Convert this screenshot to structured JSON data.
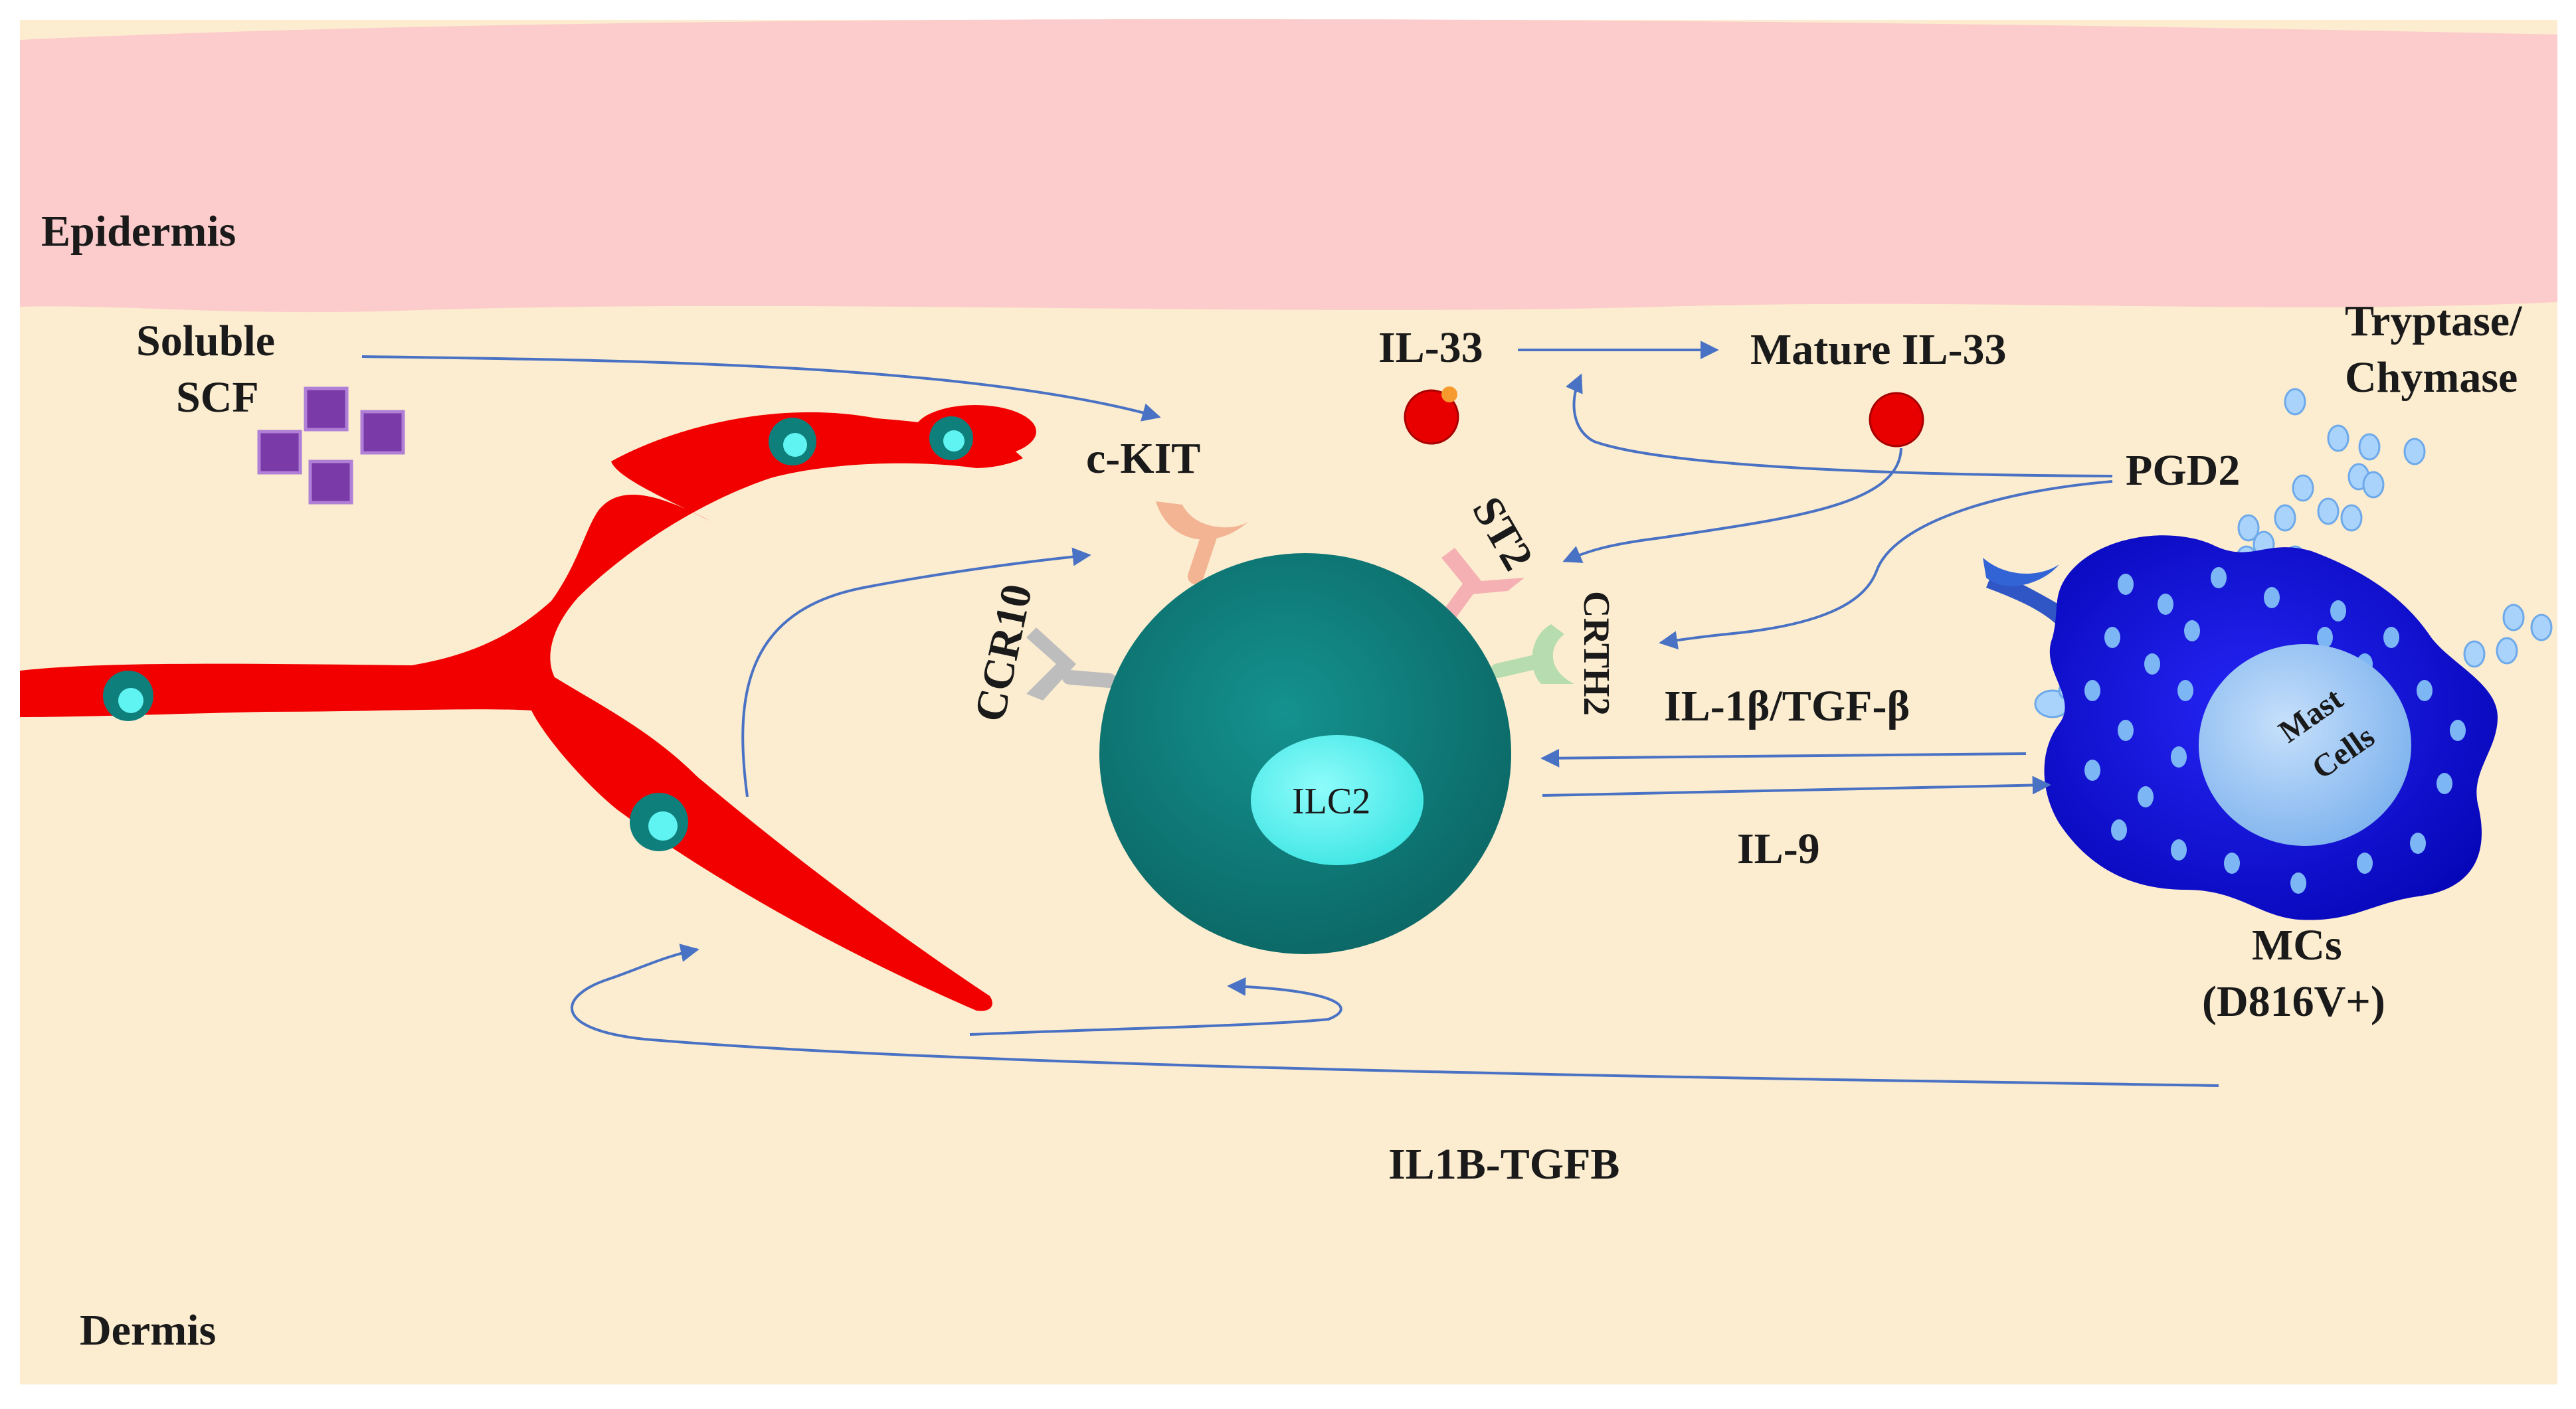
{
  "diagram": {
    "regions": {
      "epidermis": "Epidermis",
      "dermis": "Dermis"
    },
    "labels": {
      "soluble_line1": "Soluble",
      "soluble_line2": "SCF",
      "c_kit": "c-KIT",
      "il33": "IL-33",
      "mature_il33": "Mature IL-33",
      "tryptase": "Tryptase/",
      "chymase": "Chymase",
      "pgd2": "PGD2",
      "st2": "ST2",
      "crth2": "CRTH2",
      "ccr10": "CCR10",
      "ilc2": "ILC2",
      "il1b_tgfb_ratio": "IL-1β/TGF-β",
      "il9": "IL-9",
      "mast_line1": "Mast",
      "mast_line2": "Cells",
      "mcs_line1": "MCs",
      "mcs_line2": "(D816V+)",
      "il1b_tgfb": "IL1B-TGFB"
    },
    "colors": {
      "epidermis": "#fccbcb",
      "dermis": "#fcedd0",
      "vessel": "#f20000",
      "ilc2_cell": "#0f7f7c",
      "ilc2_nucleus": "#5ff4f2",
      "mast_cell": "#1010e6",
      "mast_nucleus": "#9cc6f6",
      "arrow": "#4a72c4",
      "scf_cube": "#7a3aa8",
      "il33_dot": "#e80000"
    }
  }
}
